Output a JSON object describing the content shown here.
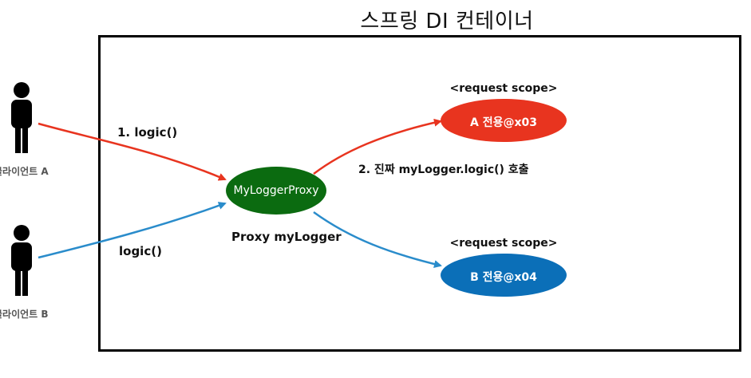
{
  "container": {
    "title": "스프링 DI 컨테이너"
  },
  "clients": [
    {
      "label": "클라이언트 A"
    },
    {
      "label": "클라이언트 B"
    }
  ],
  "proxy": {
    "label": "MyLoggerProxy",
    "caption": "Proxy myLogger",
    "color": "#0b6b10"
  },
  "scopes": [
    {
      "label": "A 전용@x03",
      "scope": "<request scope>",
      "color": "#e8341f"
    },
    {
      "label": "B 전용@x04",
      "scope": "<request scope>",
      "color": "#0b6fb8"
    }
  ],
  "edges": {
    "a_to_proxy": "1. logic()",
    "b_to_proxy": "logic()",
    "proxy_to_real": "2. 진짜 myLogger.logic() 호출"
  },
  "colors": {
    "red_arrow": "#e8341f",
    "blue_arrow": "#2a8ccb",
    "person": "#000000"
  }
}
